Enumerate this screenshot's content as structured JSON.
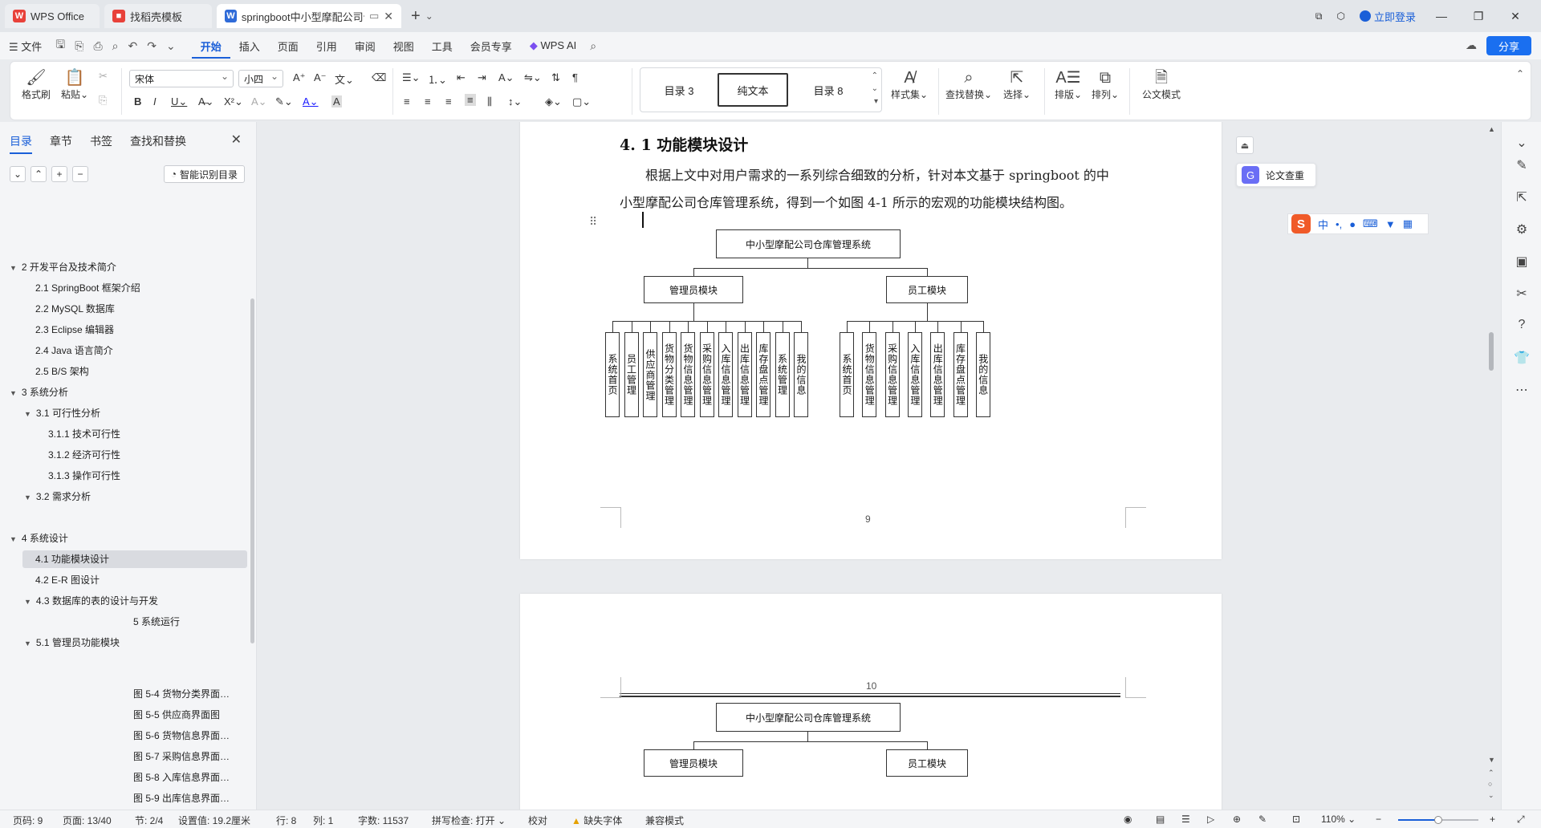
{
  "titlebar": {
    "tabs": [
      {
        "label": "WPS Office"
      },
      {
        "label": "找稻壳模板"
      },
      {
        "label": "springboot中小型摩配公司仓"
      }
    ],
    "login": "立即登录"
  },
  "menubar": {
    "file": "文件",
    "items": [
      "开始",
      "插入",
      "页面",
      "引用",
      "审阅",
      "视图",
      "工具",
      "会员专享"
    ],
    "wps_ai": "WPS AI",
    "share": "分享"
  },
  "ribbon": {
    "format_painter": "格式刷",
    "paste": "粘贴",
    "font_name": "宋体",
    "font_size": "小四",
    "styles": [
      "目录 3",
      "纯文本",
      "目录 8"
    ],
    "style_set": "样式集",
    "find_replace": "查找替换",
    "select": "选择",
    "layout": "排版",
    "arrange": "排列",
    "official_mode": "公文模式"
  },
  "leftnav": {
    "tabs": [
      "目录",
      "章节",
      "书签",
      "查找和替换"
    ],
    "ai_toc": "智能识别目录",
    "toc": [
      {
        "label": "2  开发平台及技术简介",
        "level": 1,
        "expanded": true
      },
      {
        "label": "2.1 SpringBoot 框架介绍",
        "level": 2
      },
      {
        "label": "2.2 MySQL 数据库",
        "level": 2
      },
      {
        "label": "2.3 Eclipse  编辑器",
        "level": 2
      },
      {
        "label": "2.4 Java 语言简介",
        "level": 2
      },
      {
        "label": "2.5 B/S 架构",
        "level": 2
      },
      {
        "label": "3  系统分析",
        "level": 1,
        "expanded": true
      },
      {
        "label": "3.1 可行性分析",
        "level": 2,
        "expanded": true
      },
      {
        "label": "3.1.1 技术可行性",
        "level": 3
      },
      {
        "label": "3.1.2 经济可行性",
        "level": 3
      },
      {
        "label": "3.1.3 操作可行性",
        "level": 3
      },
      {
        "label": "3.2 需求分析",
        "level": 2,
        "expanded": true
      },
      {
        "label": "4  系统设计",
        "level": 1,
        "expanded": true
      },
      {
        "label": "4.1 功能模块设计",
        "level": 2,
        "selected": true
      },
      {
        "label": "4.2 E-R 图设计",
        "level": 2
      },
      {
        "label": "4.3 数据库的表的设计与开发",
        "level": 2,
        "expanded": true
      },
      {
        "label": "5 系统运行",
        "level": 4
      },
      {
        "label": "5.1 管理员功能模块",
        "level": 2,
        "expanded": true
      },
      {
        "label": "图 5-4 货物分类界面…",
        "level": 4
      },
      {
        "label": "图 5-5 供应商界面图",
        "level": 4
      },
      {
        "label": "图 5-6 货物信息界面…",
        "level": 4
      },
      {
        "label": "图 5-7 采购信息界面…",
        "level": 4
      },
      {
        "label": "图 5-8 入库信息界面…",
        "level": 4
      },
      {
        "label": "图 5-9 出库信息界面…",
        "level": 4
      }
    ]
  },
  "document": {
    "heading": "4. 1 功能模块设计",
    "para_line1": "根据上文中对用户需求的一系列综合细致的分析，针对本文基于 springboot 的中",
    "para_line2": "小型摩配公司仓库管理系统，得到一个如图 4-1 所示的宏观的功能模块结构图。",
    "page_num1": "9",
    "page_num2": "10",
    "diagram": {
      "root": "中小型摩配公司仓库管理系统",
      "admin": "管理员模块",
      "staff": "员工模块",
      "admin_children": [
        "系统首页",
        "员工管理",
        "供应商管理",
        "货物分类管理",
        "货物信息管理",
        "采购信息管理",
        "入库信息管理",
        "出库信息管理",
        "库存盘点管理",
        "系统管理",
        "我的信息"
      ],
      "staff_children": [
        "系统首页",
        "货物信息管理",
        "采购信息管理",
        "入库信息管理",
        "出库信息管理",
        "库存盘点管理",
        "我的信息"
      ]
    }
  },
  "float": {
    "lunwen": "论文查重",
    "ime": [
      "中",
      "•,",
      "🎤",
      "⌨",
      "👕",
      "▦"
    ]
  },
  "statusbar": {
    "page_no": "页码: 9",
    "page": "页面: 13/40",
    "section": "节: 2/4",
    "setting": "设置值: 19.2厘米",
    "row": "行: 8",
    "col": "列: 1",
    "words": "字数: 11537",
    "spell": "拼写检查: 打开",
    "proof": "校对",
    "missing_font": "缺失字体",
    "compat": "兼容模式",
    "zoom": "110%",
    "zoom_level": 0.5
  }
}
